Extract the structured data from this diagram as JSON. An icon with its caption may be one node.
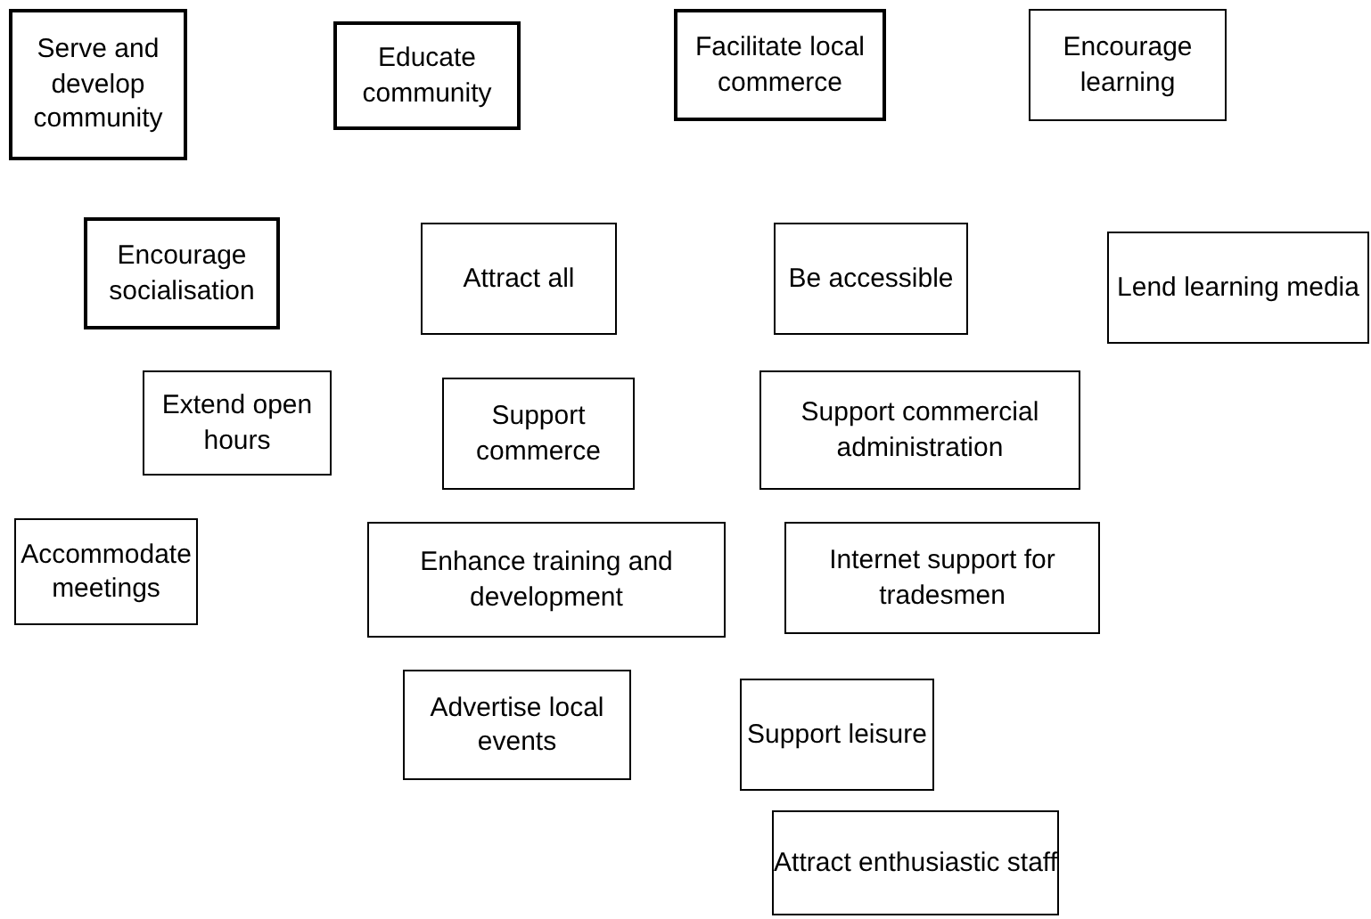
{
  "diagram": {
    "nodes": [
      {
        "text": [
          "Serve and develop community"
        ]
      },
      {
        "text": [
          "Educate community"
        ]
      },
      {
        "text": [
          "Facilitate local commerce"
        ]
      },
      {
        "text": [
          "Encourage learning"
        ]
      },
      {
        "text": [
          "Encourage socialisation"
        ]
      },
      {
        "text": [
          "Attract all"
        ]
      },
      {
        "text": [
          "Be accessible"
        ]
      },
      {
        "text": [
          "Lend learning media"
        ]
      },
      {
        "text": [
          "Extend open hours"
        ]
      },
      {
        "text": [
          "Support commerce"
        ]
      },
      {
        "text": [
          "Support commercial administration"
        ]
      },
      {
        "text": [
          "Accommodate meetings"
        ]
      },
      {
        "text": [
          "Enhance training and development"
        ]
      },
      {
        "text": [
          "Internet support for tradesmen"
        ]
      },
      {
        "text": [
          "Advertise local events"
        ]
      },
      {
        "text": [
          "Support leisure"
        ]
      },
      {
        "text": [
          "Attract enthusiastic staff"
        ]
      }
    ]
  }
}
